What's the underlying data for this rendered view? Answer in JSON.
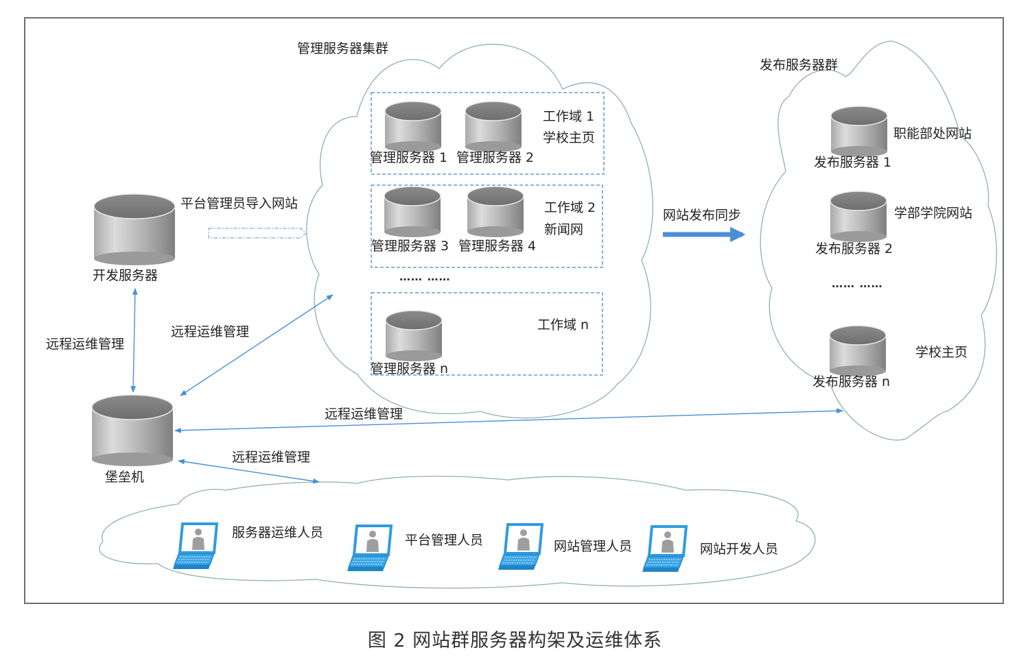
{
  "caption": "图 2  网站群服务器构架及运维体系",
  "management_cluster": {
    "title": "管理服务器集群",
    "domains": [
      {
        "name": "工作域 1",
        "site": "学校主页",
        "servers": [
          "管理服务器 1",
          "管理服务器 2"
        ]
      },
      {
        "name": "工作域 2",
        "site": "新闻网",
        "servers": [
          "管理服务器 3",
          "管理服务器 4"
        ]
      },
      {
        "name": "工作域 n",
        "site": "",
        "servers": [
          "管理服务器 n"
        ]
      }
    ],
    "ellipsis": "……  ……"
  },
  "publish_cluster": {
    "title": "发布服务器群",
    "servers": [
      {
        "name": "发布服务器 1",
        "site": "职能部处网站"
      },
      {
        "name": "发布服务器 2",
        "site": "学部学院网站"
      },
      {
        "name": "发布服务器 n",
        "site": "学校主页"
      }
    ],
    "ellipsis": "……  ……"
  },
  "dev_server": {
    "name": "开发服务器"
  },
  "bastion": {
    "name": "堡垒机"
  },
  "edges": {
    "import": "平台管理员导入网站",
    "publish_sync": "网站发布同步",
    "remote_dev": "远程运维管理",
    "remote_mgmt": "远程运维管理",
    "remote_publish": "远程运维管理",
    "remote_users": "远程运维管理"
  },
  "users": [
    {
      "role": "服务器运维人员"
    },
    {
      "role": "平台管理人员"
    },
    {
      "role": "网站管理人员"
    },
    {
      "role": "网站开发人员"
    }
  ],
  "colors": {
    "arrow": "#4a8fd6",
    "cloud": "#8fb0b0",
    "dash_box": "#4a86c5",
    "laptop": "#2f9be0",
    "frame": "#6e6e6e"
  }
}
